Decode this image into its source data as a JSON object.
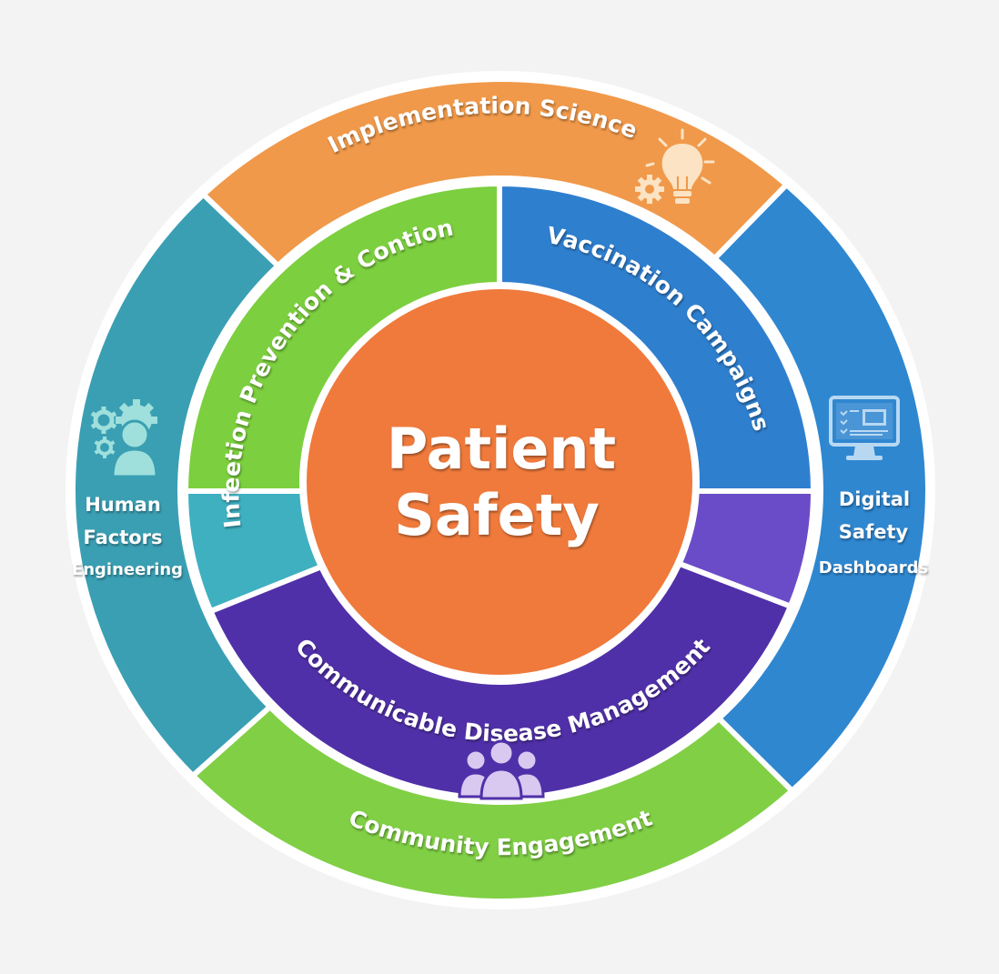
{
  "diagram": {
    "title": "Patient Safety Framework",
    "center": {
      "lines": [
        "Patient",
        "Safety"
      ],
      "color": "#ef7a3c"
    },
    "inner_ring": [
      {
        "id": "infection",
        "label": "Infeetion Prevention & Contion",
        "color": "#7ccf3f"
      },
      {
        "id": "vaccination",
        "label": "Vaccination Campaigns",
        "color": "#2f7fcf"
      },
      {
        "id": "communicable",
        "label": "Communicable Disease Management",
        "color": "#5030a8",
        "icon": "people-group-icon"
      },
      {
        "id": "filler-left",
        "label": "",
        "color": "#3fb0c0"
      },
      {
        "id": "filler-right",
        "label": "",
        "color": "#6a4cc8"
      }
    ],
    "outer_ring": [
      {
        "id": "implementation",
        "label": "Implementation Science",
        "color": "#f0994a",
        "icon": "lightbulb-gear-icon"
      },
      {
        "id": "digital",
        "lines": [
          "Digital",
          "Safety",
          "Dashboards"
        ],
        "color": "#2f87d0",
        "icon": "monitor-checklist-icon"
      },
      {
        "id": "community",
        "label": "Community Engagement",
        "color": "#80cf45"
      },
      {
        "id": "human",
        "lines": [
          "Human",
          "Factors",
          "Engineering"
        ],
        "color": "#3a9fb3",
        "icon": "person-gears-icon"
      }
    ],
    "colors": {
      "background": "#f3f3f4",
      "separator": "#ffffff",
      "icon_light_orange": "#fbe3c4",
      "icon_light_blue": "#b8d8f2",
      "icon_light_teal": "#9fe0dc",
      "icon_light_purple": "#d9c8f0"
    }
  }
}
